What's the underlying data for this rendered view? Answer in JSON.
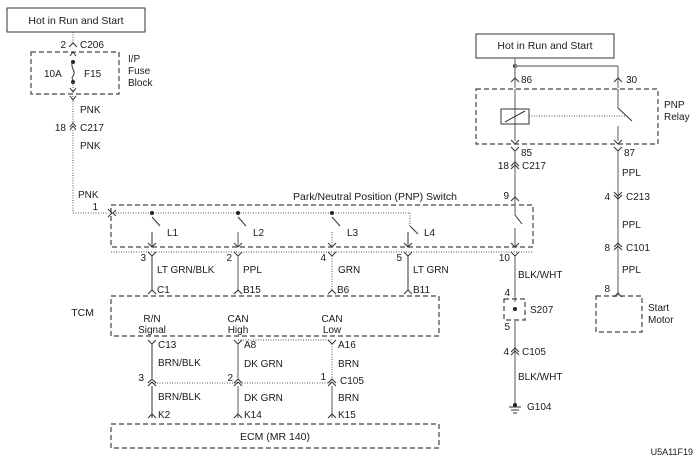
{
  "diagram": {
    "figure_id": "U5A11F19",
    "power_sources": [
      {
        "label": "Hot in Run and Start"
      },
      {
        "label": "Hot in Run and Start"
      }
    ],
    "fuse_block": {
      "name": "I/P Fuse Block",
      "name_lines": [
        "I/P",
        "Fuse",
        "Block"
      ],
      "rating": "10A",
      "fuse": "F15",
      "in_pin": "2",
      "in_connector": "C206"
    },
    "left_feed": {
      "wire1": "PNK",
      "pin": "18",
      "connector": "C217",
      "wire2": "PNK",
      "wire3": "PNK",
      "switch_pin": "1"
    },
    "pnp_switch": {
      "title": "Park/Neutral Position (PNP) Switch",
      "contacts": [
        "L1",
        "L2",
        "L3",
        "L4"
      ],
      "pin_9": "9",
      "pin_10": "10"
    },
    "tcm_wires": [
      {
        "switch_pin": "3",
        "color": "LT GRN/BLK",
        "tcm_pin": "C1"
      },
      {
        "switch_pin": "2",
        "color": "PPL",
        "tcm_pin": "B15"
      },
      {
        "switch_pin": "4",
        "color": "GRN",
        "tcm_pin": "B6"
      },
      {
        "switch_pin": "5",
        "color": "LT GRN",
        "tcm_pin": "B11"
      }
    ],
    "tcm": {
      "label": "TCM",
      "signals": [
        {
          "line1": "R/N",
          "line2": "Signal",
          "pin": "C13",
          "wire": "BRN/BLK",
          "c105_pin": "3",
          "wire2": "BRN/BLK",
          "ecm_pin": "K2"
        },
        {
          "line1": "CAN",
          "line2": "High",
          "pin": "A8",
          "wire": "DK GRN",
          "c105_pin": "2",
          "wire2": "DK GRN",
          "ecm_pin": "K14"
        },
        {
          "line1": "CAN",
          "line2": "Low",
          "pin": "A16",
          "wire": "BRN",
          "c105_pin": "1",
          "wire2": "BRN",
          "ecm_pin": "K15"
        }
      ],
      "c105_connector": "C105"
    },
    "ecm": {
      "label": "ECM (MR 140)"
    },
    "relay": {
      "name_lines": [
        "PNP",
        "Relay"
      ],
      "pin_86": "86",
      "pin_30": "30",
      "pin_85": "85",
      "pin_87": "87",
      "c217_pin": "18",
      "c217": "C217"
    },
    "ground_path": {
      "wire1": "BLK/WHT",
      "splice_in_pin": "4",
      "splice": "S207",
      "splice_out_pin": "5",
      "conn_pin": "4",
      "connector": "C105",
      "wire2": "BLK/WHT",
      "ground": "G104"
    },
    "start_path": {
      "wire1": "PPL",
      "c213_pin": "4",
      "c213": "C213",
      "wire2": "PPL",
      "c101_pin": "8",
      "c101": "C101",
      "wire3": "PPL",
      "motor_pin": "8",
      "motor_lines": [
        "Start",
        "Motor"
      ]
    }
  }
}
